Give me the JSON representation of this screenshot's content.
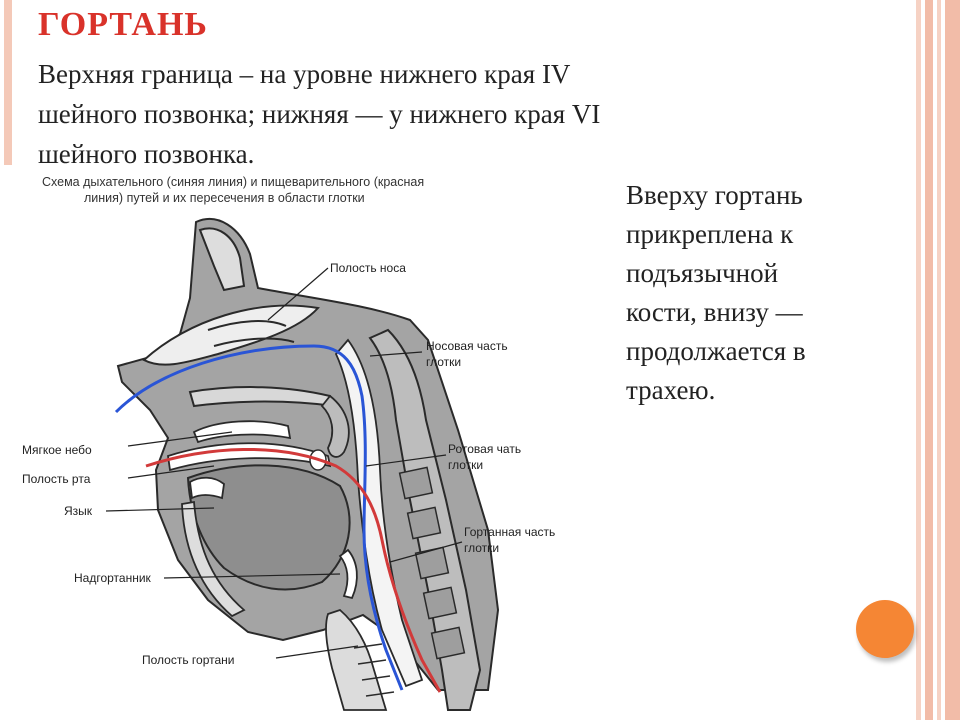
{
  "slide": {
    "title": "ГОРТАНЬ",
    "intro_lines": [
      "Верхняя граница – на уровне нижнего края IV",
      "шейного позвонка; нижняя — у нижнего края VI",
      "шейного позвонка."
    ],
    "side_lines": [
      "Вверху гортань",
      "прикреплена к",
      "подъязычной",
      "кости, внизу —",
      "продолжается в",
      "трахею."
    ]
  },
  "diagram": {
    "caption_lines": [
      "Схема дыхательного (синяя линия) и пищеварительного (красная",
      "линия) путей и их пересечения в области глотки"
    ],
    "labels": {
      "nasal_cavity": "Полость носа",
      "nasopharynx_1": "Носовая часть",
      "nasopharynx_2": "глотки",
      "soft_palate": "Мягкое небо",
      "oral_cavity": "Полость рта",
      "oropharynx_1": "Ротовая чать",
      "oropharynx_2": "глотки",
      "tongue": "Язык",
      "laryngopharynx_1": "Гортанная часть",
      "laryngopharynx_2": "глотки",
      "epiglottis": "Надгортанник",
      "larynx_cavity": "Полость гортани"
    },
    "colors": {
      "airway": "#2a55d6",
      "food_path": "#d23a3a",
      "tissue": "#9a9a9a",
      "outline": "#2a2a2a"
    }
  },
  "theme": {
    "title_color": "#d9322a",
    "stripe_color": "#f4c9b8",
    "dot_color": "#f58634"
  }
}
